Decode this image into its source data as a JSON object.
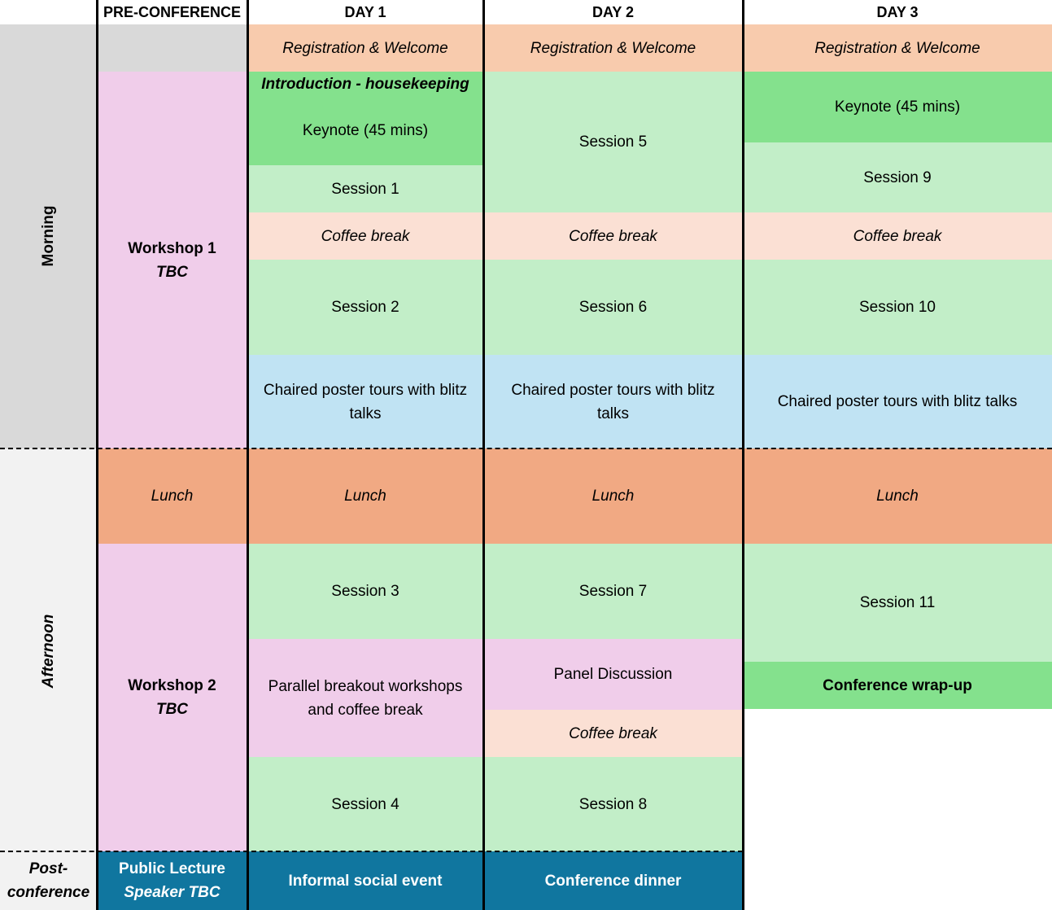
{
  "headers": [
    "PRE-CONFERENCE",
    "DAY 1",
    "DAY 2",
    "DAY 3"
  ],
  "periods": {
    "morning": "Morning",
    "afternoon": "Afternoon",
    "post_line1": "Post-",
    "post_line2": "conference"
  },
  "pre": {
    "workshop1_title": "Workshop 1",
    "workshop1_sub": "TBC",
    "lunch": "Lunch",
    "workshop2_title": "Workshop 2",
    "workshop2_sub": "TBC",
    "public_lecture": "Public Lecture",
    "speaker": "Speaker TBC"
  },
  "day1": {
    "registration": "Registration & Welcome",
    "intro": "Introduction - housekeeping",
    "keynote": "Keynote (45 mins)",
    "session1": "Session 1",
    "coffee": "Coffee break",
    "session2": "Session 2",
    "poster_line1": "Chaired poster tours with blitz",
    "poster_line2": "talks",
    "lunch": "Lunch",
    "session3": "Session 3",
    "breakout_line1": "Parallel breakout workshops",
    "breakout_line2": "and coffee break",
    "session4": "Session 4",
    "social": "Informal social event"
  },
  "day2": {
    "registration": "Registration & Welcome",
    "session5": "Session 5",
    "coffee": "Coffee break",
    "session6": "Session 6",
    "poster_line1": "Chaired poster tours with blitz",
    "poster_line2": "talks",
    "lunch": "Lunch",
    "session7": "Session 7",
    "panel": "Panel Discussion",
    "coffee2": "Coffee break",
    "session8": "Session 8",
    "dinner": "Conference dinner"
  },
  "day3": {
    "registration": "Registration & Welcome",
    "keynote": "Keynote (45 mins)",
    "session9": "Session 9",
    "coffee": "Coffee break",
    "session10": "Session 10",
    "poster": "Chaired poster tours with blitz talks",
    "lunch": "Lunch",
    "session11": "Session 11",
    "wrapup": "Conference wrap-up"
  },
  "colors": {
    "period_morning": "#d9d9d9",
    "period_afternoon": "#f2f2f2",
    "registration": "#f8cbad",
    "workshop": "#f0cdea",
    "session": "#c2eec8",
    "keynote": "#84e18d",
    "coffee": "#fbe0d4",
    "poster": "#c0e3f3",
    "lunch": "#f1a983",
    "evening": "#10769f"
  }
}
